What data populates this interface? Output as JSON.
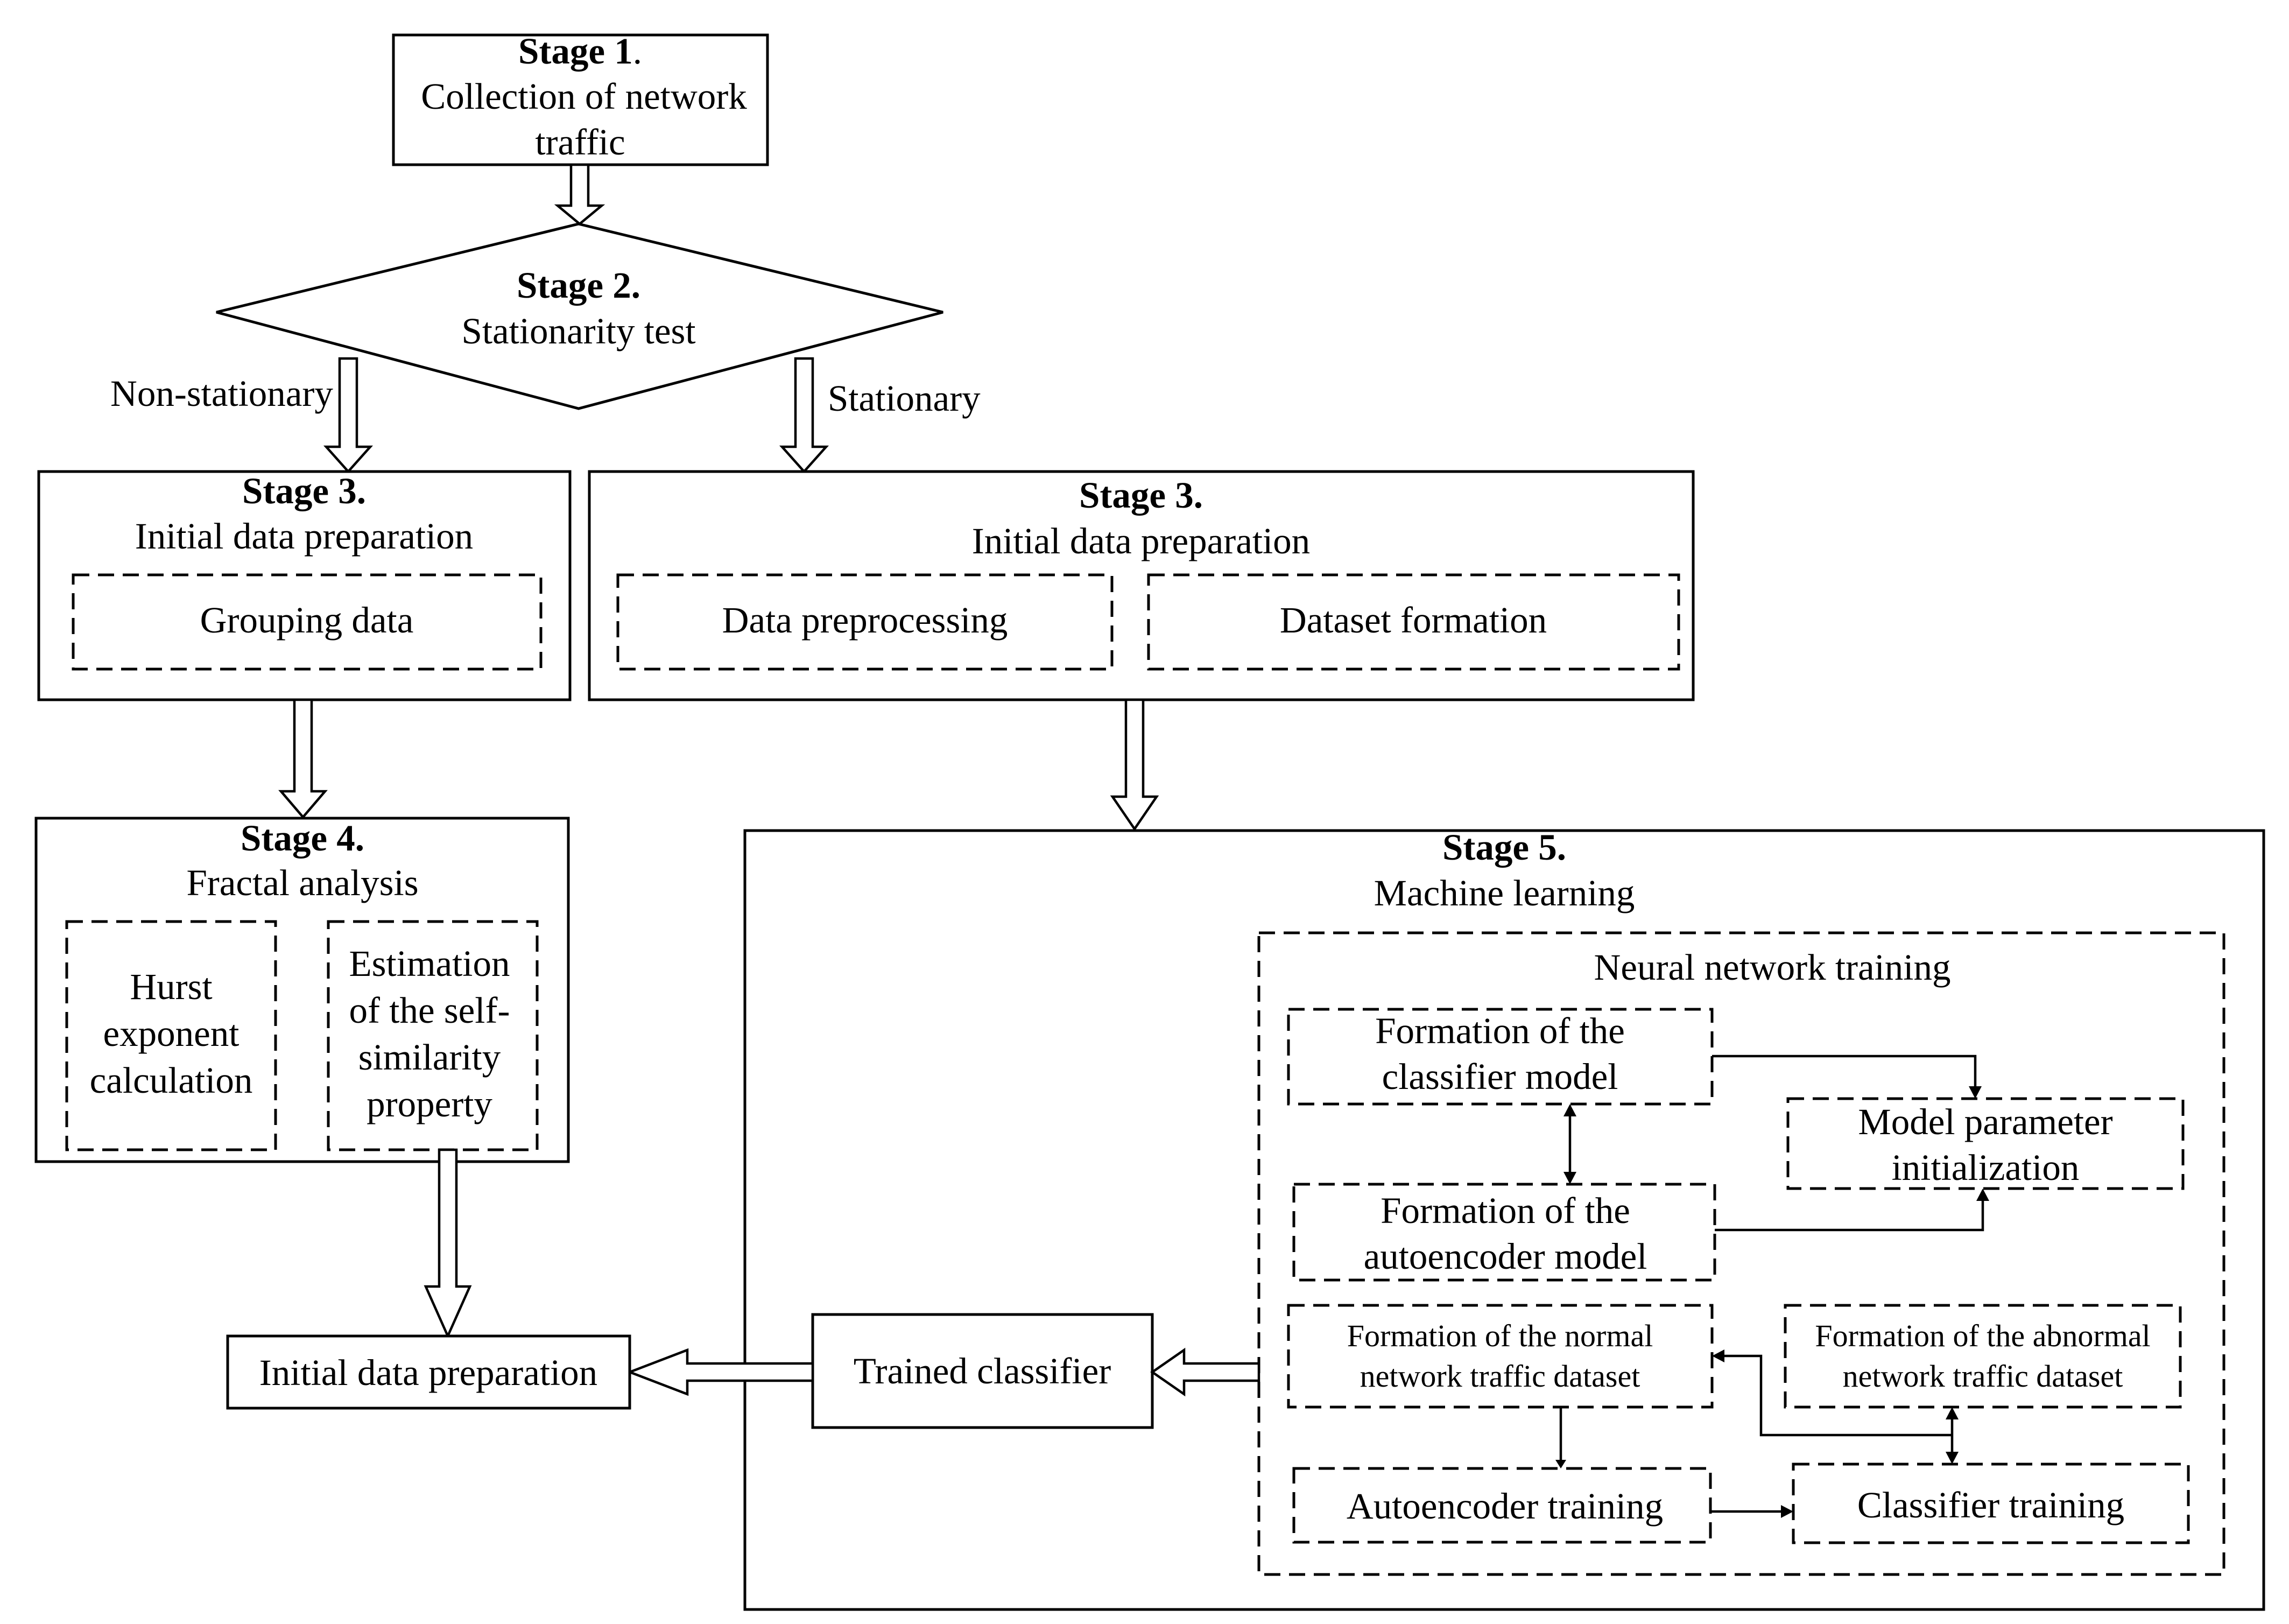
{
  "stage1": {
    "title": "Stage 1",
    "title_suffix": ".",
    "line1": "Collection of network",
    "line2": "traffic"
  },
  "stage2": {
    "title": "Stage 2.",
    "subtitle": "Stationarity test",
    "branch_left": "Non-stationary",
    "branch_right": "Stationary"
  },
  "stage3_left": {
    "title": "Stage 3.",
    "subtitle": "Initial data preparation",
    "item": "Grouping data"
  },
  "stage3_right": {
    "title": "Stage 3.",
    "subtitle": "Initial data preparation",
    "item1": "Data preprocessing",
    "item2": "Dataset formation"
  },
  "stage4": {
    "title": "Stage 4.",
    "subtitle": "Fractal analysis",
    "hurst": [
      "Hurst",
      "exponent",
      "calculation"
    ],
    "selfsim": [
      "Estimation",
      "of the self-",
      "similarity",
      "property"
    ]
  },
  "stage5": {
    "title": "Stage 5.",
    "subtitle": "Machine learning",
    "nn_title": "Neural network training",
    "classifier_model": [
      "Formation of the",
      "classifier model"
    ],
    "model_param": [
      "Model parameter",
      "initialization"
    ],
    "autoencoder_model": [
      "Formation of the",
      "autoencoder model"
    ],
    "normal_dataset": [
      "Formation of the normal",
      "network traffic dataset"
    ],
    "abnormal_dataset": [
      "Formation of the abnormal",
      "network traffic dataset"
    ],
    "autoencoder_training": "Autoencoder training",
    "classifier_training": "Classifier training"
  },
  "outputs": {
    "trained_classifier": "Trained classifier",
    "final": "Initial data preparation"
  }
}
